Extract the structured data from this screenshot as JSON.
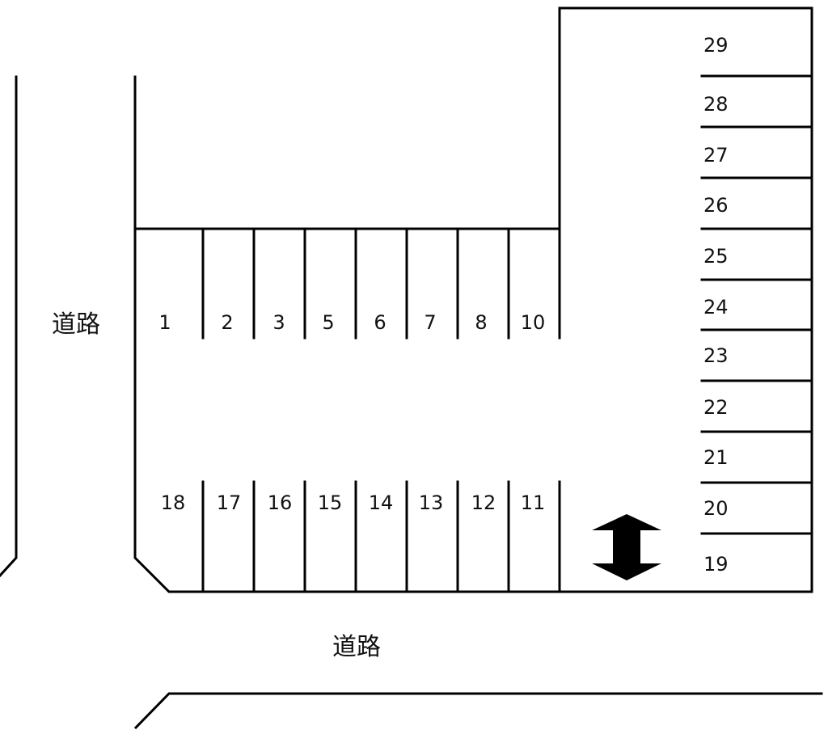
{
  "roads": {
    "left_label": "道路",
    "bottom_label": "道路"
  },
  "spots": {
    "top_row": [
      "1",
      "2",
      "3",
      "5",
      "6",
      "7",
      "8",
      "10"
    ],
    "bottom_row": [
      "18",
      "17",
      "16",
      "15",
      "14",
      "13",
      "12",
      "11"
    ],
    "right_column": [
      "29",
      "28",
      "27",
      "26",
      "25",
      "24",
      "23",
      "22",
      "21",
      "20",
      "19"
    ]
  },
  "colors": {
    "line": "#000000",
    "background": "#ffffff"
  },
  "icons": {
    "entrance": "double-arrow-vertical-icon"
  }
}
